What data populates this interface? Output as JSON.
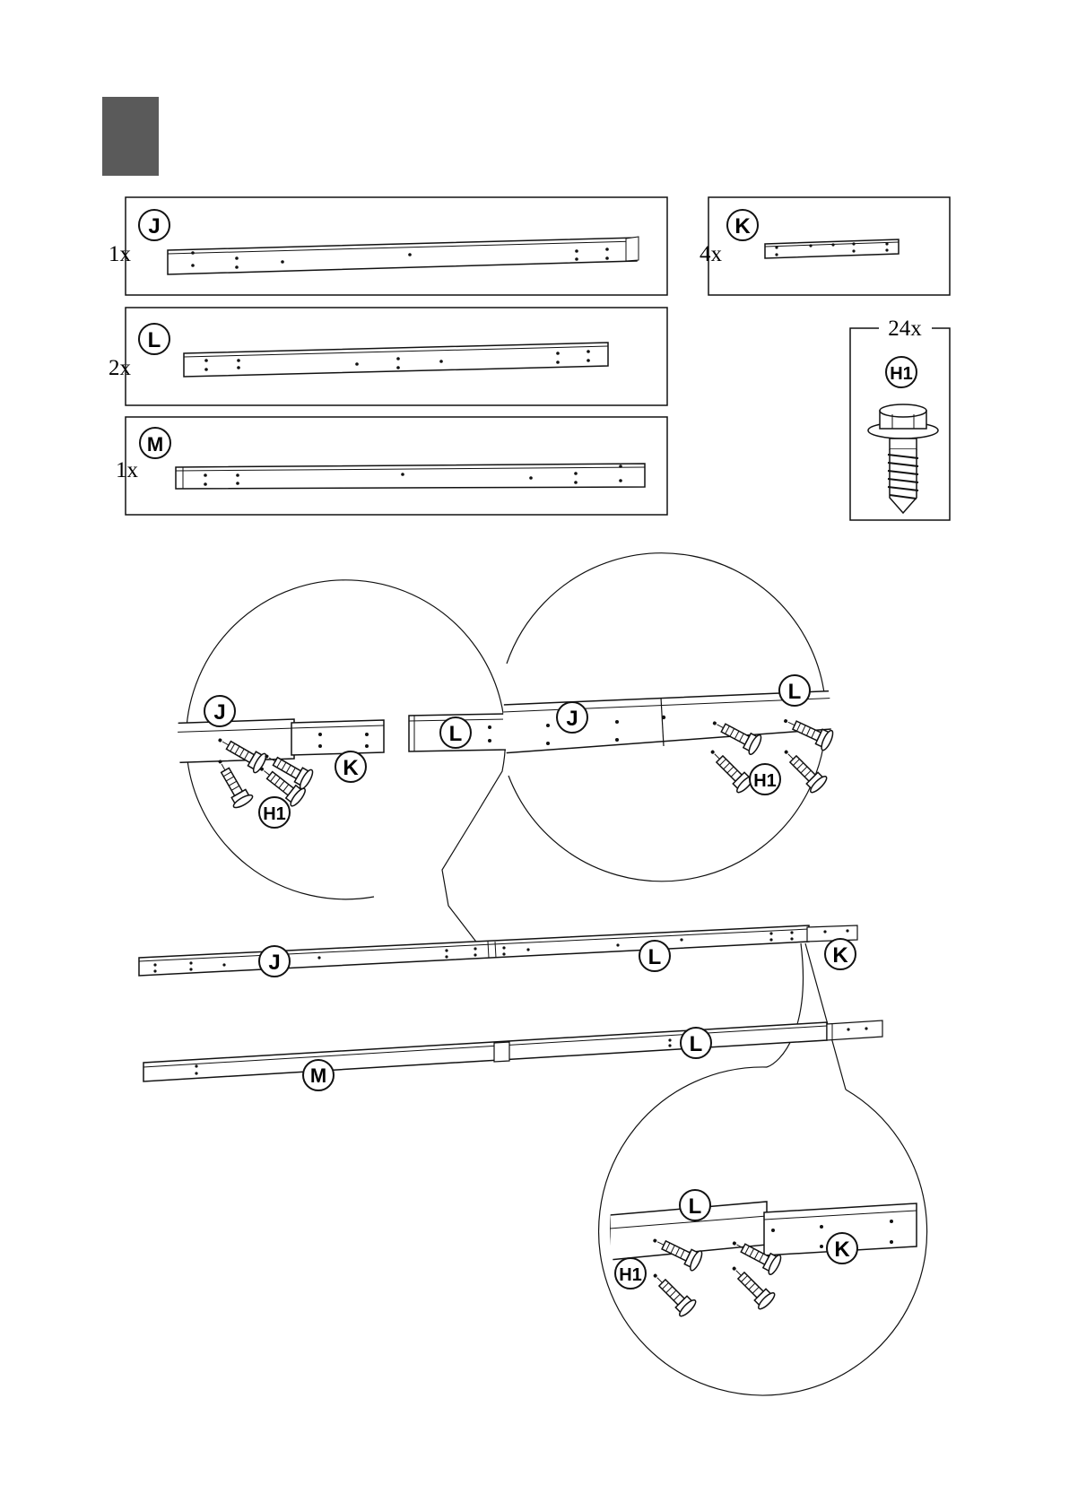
{
  "colors": {
    "step_block": "#5a5a5a",
    "ink": "#111111",
    "paper": "#ffffff"
  },
  "parts": {
    "J": {
      "label": "J",
      "qty": "1x"
    },
    "K": {
      "label": "K",
      "qty": "4x"
    },
    "L": {
      "label": "L",
      "qty": "2x"
    },
    "M": {
      "label": "M",
      "qty": "1x"
    },
    "H1": {
      "label": "H1",
      "qty": "24x"
    }
  },
  "detail_labels": {
    "detail1_J": "J",
    "detail1_K": "K",
    "detail1_H1": "H1",
    "detail2_L1": "L",
    "detail2_J": "J",
    "detail2_L2": "L",
    "detail2_H1": "H1",
    "detail3_L": "L",
    "detail3_K": "K",
    "detail3_H1": "H1"
  },
  "main_labels": {
    "rail1_J": "J",
    "rail1_L": "L",
    "rail1_K": "K",
    "rail2_L": "L",
    "rail2_M": "M"
  }
}
